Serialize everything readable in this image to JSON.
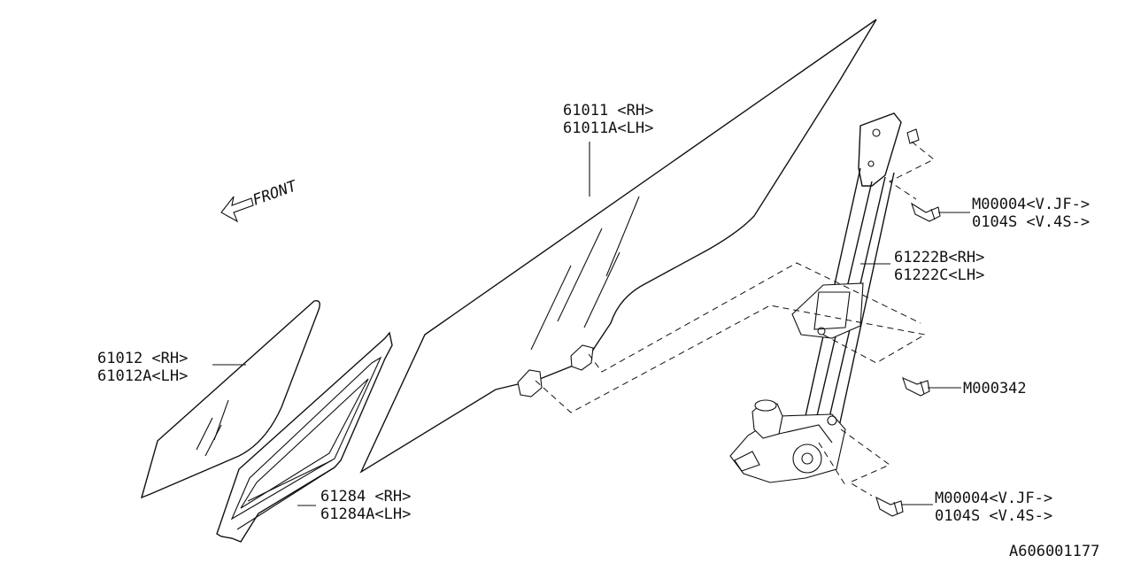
{
  "front_label": "FRONT",
  "callouts": {
    "door_glass": {
      "rh": "61011 <RH>",
      "lh": "61011A<LH>"
    },
    "rear_glass": {
      "rh": "61012 <RH>",
      "lh": "61012A<LH>"
    },
    "sash": {
      "rh": "61284 <RH>",
      "lh": "61284A<LH>"
    },
    "regulator": {
      "rh": "61222B<RH>",
      "lh": "61222C<LH>"
    },
    "bolt_top": {
      "part": "M00004<V.JF->",
      "alt": "0104S <V.4S->"
    },
    "bolt_mid": {
      "part": "M000342"
    },
    "bolt_bottom": {
      "part": "M00004<V.JF->",
      "alt": "0104S <V.4S->"
    }
  },
  "diagram_id": "A606001177"
}
